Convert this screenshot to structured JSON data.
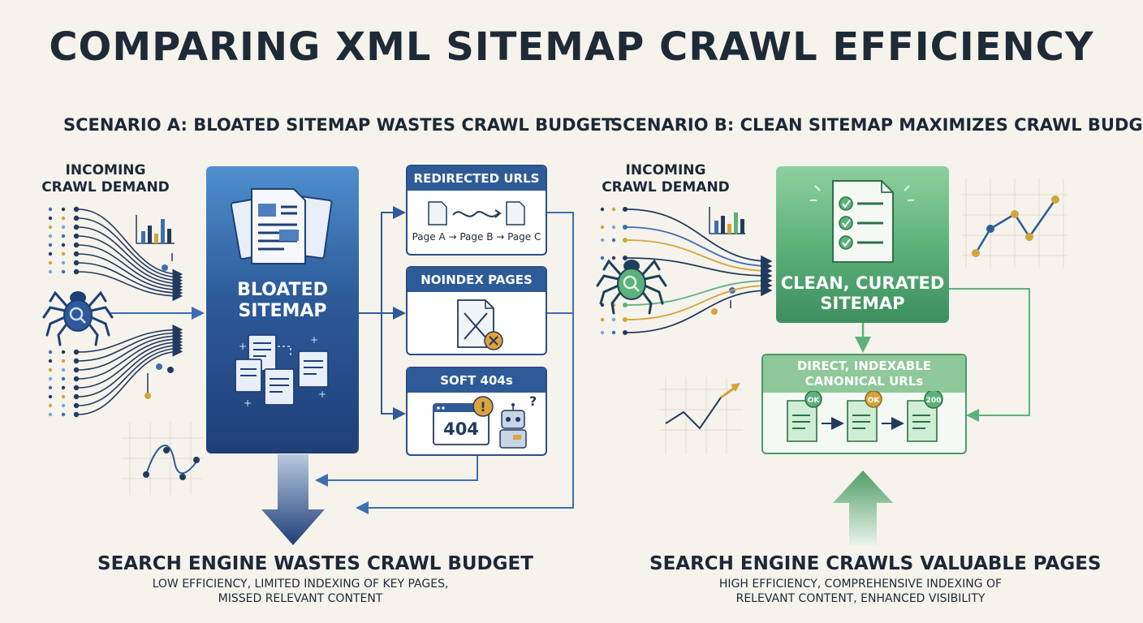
{
  "title": "COMPARING XML SITEMAP CRAWL EFFICIENCY",
  "scenario_a": {
    "heading": "SCENARIO A: BLOATED SITEMAP WASTES CRAWL BUDGET",
    "incoming": "INCOMING\nCRAWL DEMAND",
    "sitemap_label": "BLOATED\nSITEMAP",
    "cards": [
      {
        "title": "REDIRECTED URLS",
        "caption": "Page A → Page B → Page C"
      },
      {
        "title": "NOINDEX PAGES"
      },
      {
        "title": "SOFT 404s",
        "code": "404"
      }
    ],
    "outcome_title": "SEARCH ENGINE WASTES CRAWL BUDGET",
    "outcome_text": "LOW EFFICIENCY, LIMITED INDEXING OF KEY PAGES,\nMISSED RELEVANT CONTENT"
  },
  "scenario_b": {
    "heading": "SCENARIO B: CLEAN SITEMAP MAXIMIZES CRAWL BUDGET",
    "incoming": "INCOMING\nCRAWL DEMAND",
    "sitemap_label": "CLEAN, CURATED\nSITEMAP",
    "card_title": "DIRECT, INDEXABLE\nCANONICAL URLs",
    "badges": [
      "OK",
      "OK",
      "200"
    ],
    "outcome_title": "SEARCH ENGINE CRAWLS VALUABLE PAGES",
    "outcome_text": "HIGH EFFICIENCY, COMPREHENSIVE INDEXING OF\nRELEVANT CONTENT, ENHANCED VISIBILITY"
  },
  "colors": {
    "background": "#f6f3ec",
    "blue_dark": "#2e5b98",
    "blue_light": "#4f8fcf",
    "green": "#5cb27a",
    "accent_gold": "#d4a43a",
    "error_orange": "#e0a23a",
    "text": "#1c2838"
  }
}
